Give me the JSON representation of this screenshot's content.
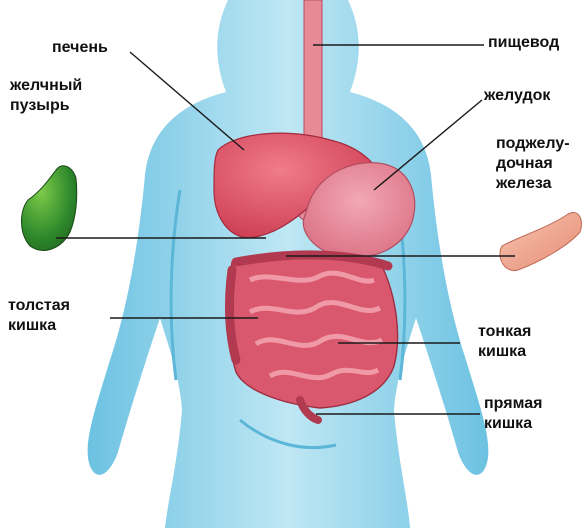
{
  "labels": {
    "liver": "печень",
    "esophagus": "пищевод",
    "gallbladder": "желчный\nпузырь",
    "stomach": "желудок",
    "pancreas": "поджелу-\nдочная\nжелеза",
    "large_intestine": "толстая\nкишка",
    "small_intestine": "тонкая\nкишка",
    "rectum": "прямая\nкишка"
  },
  "colors": {
    "body": "#8fd2ea",
    "body_dark": "#4faecf",
    "organ_red": "#d9475a",
    "organ_pink": "#e8879a",
    "gallbladder": "#2f8a2c",
    "pancreas": "#f2a58e",
    "leader": "#1a1a1a"
  }
}
